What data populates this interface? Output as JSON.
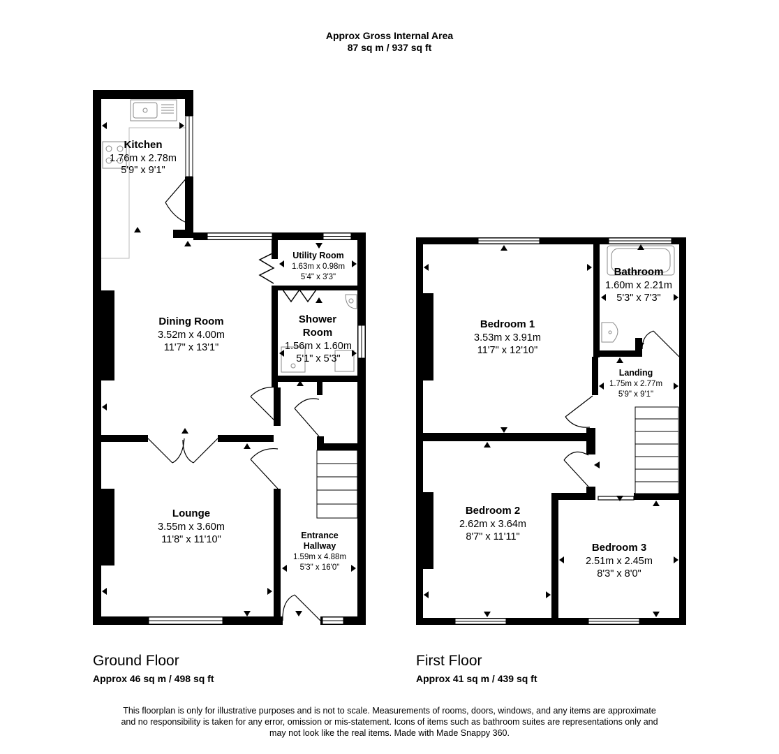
{
  "header": {
    "line1": "Approx Gross Internal Area",
    "line2": "87 sq m / 937 sq ft"
  },
  "ground_floor": {
    "title": "Ground Floor",
    "area": "Approx 46 sq m / 498 sq ft",
    "rooms": {
      "kitchen": {
        "name": "Kitchen",
        "metric": "1.76m x 2.78m",
        "imperial": "5'9\" x 9'1\""
      },
      "utility": {
        "name": "Utility Room",
        "metric": "1.63m x 0.98m",
        "imperial": "5'4\" x 3'3\""
      },
      "dining": {
        "name": "Dining Room",
        "metric": "3.52m x 4.00m",
        "imperial": "11'7\" x 13'1\""
      },
      "shower": {
        "name_line1": "Shower",
        "name_line2": "Room",
        "metric": "1.56m x 1.60m",
        "imperial": "5'1\" x 5'3\""
      },
      "lounge": {
        "name": "Lounge",
        "metric": "3.55m x 3.60m",
        "imperial": "11'8\" x 11'10\""
      },
      "hallway": {
        "name_line1": "Entrance",
        "name_line2": "Hallway",
        "metric": "1.59m x 4.88m",
        "imperial": "5'3\" x 16'0\""
      }
    }
  },
  "first_floor": {
    "title": "First Floor",
    "area": "Approx 41 sq m / 439 sq ft",
    "rooms": {
      "bedroom1": {
        "name": "Bedroom 1",
        "metric": "3.53m x 3.91m",
        "imperial": "11'7\" x 12'10\""
      },
      "bathroom": {
        "name": "Bathroom",
        "metric": "1.60m x 2.21m",
        "imperial": "5'3\" x 7'3\""
      },
      "landing": {
        "name": "Landing",
        "metric": "1.75m x 2.77m",
        "imperial": "5'9\" x 9'1\""
      },
      "bedroom2": {
        "name": "Bedroom 2",
        "metric": "2.62m x 3.64m",
        "imperial": "8'7\" x 11'11\""
      },
      "bedroom3": {
        "name": "Bedroom 3",
        "metric": "2.51m x 2.45m",
        "imperial": "8'3\" x 8'0\""
      }
    }
  },
  "disclaimer": {
    "line1": "This floorplan is only for illustrative purposes and is not to scale. Measurements of rooms, doors, windows, and any items are approximate",
    "line2": "and no responsibility is taken for any error, omission or mis-statement. Icons of items such as bathroom suites are representations only and",
    "line3": "may not look like the real items. Made with Made Snappy 360."
  }
}
